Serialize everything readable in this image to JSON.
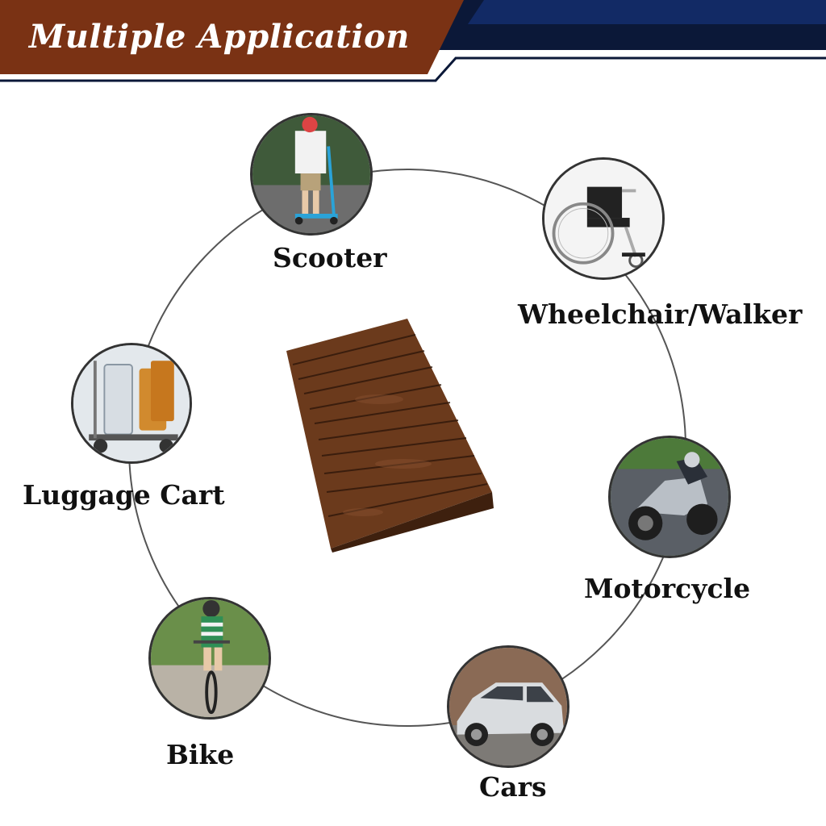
{
  "header": {
    "title": "Multiple Application",
    "colors": {
      "title_bg": "#7a3214",
      "navy": "#0b1838",
      "accent": "#1a3a8a"
    }
  },
  "product": {
    "name": "wooden-ramp",
    "color": "#6b3a1c"
  },
  "applications": [
    {
      "label": "Scooter",
      "icon": "scooter-photo"
    },
    {
      "label": "Wheelchair/Walker",
      "icon": "wheelchair-photo"
    },
    {
      "label": "Luggage Cart",
      "icon": "luggage-cart-photo"
    },
    {
      "label": "Motorcycle",
      "icon": "motorcycle-photo"
    },
    {
      "label": "Bike",
      "icon": "bike-photo"
    },
    {
      "label": "Cars",
      "icon": "car-photo"
    }
  ]
}
